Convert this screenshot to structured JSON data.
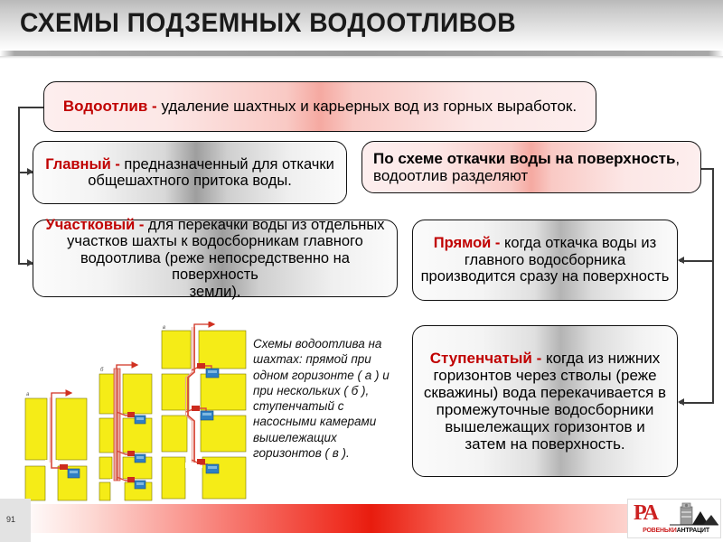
{
  "header": {
    "title": "СХЕМЫ ПОДЗЕМНЫХ ВОДООТЛИВОВ"
  },
  "boxes": {
    "vodootliv": {
      "term": "Водоотлив",
      "dash": "-",
      "text": "удаление шахтных и карьерных вод из горных выработок."
    },
    "glavnyi": {
      "term": "Главный",
      "dash": "-",
      "text": "предназначенный для откачки общешахтного притока воды."
    },
    "po_skheme": {
      "bold": "По схеме откачки воды на поверхность",
      "rest": ", водоотлив разделяют"
    },
    "uchastkovyi": {
      "term": "Участковый",
      "dash": "-",
      "text": "для перекачки воды из отдельных участков шахты к водосборникам главного водоотлива (реже непосредственно на поверхность",
      "overflow": "земли)."
    },
    "pryamoi": {
      "term": "Прямой",
      "dash": "-",
      "text": "когда откачка воды из главного водосборника производится сразу на поверхность"
    },
    "stupenchatyi": {
      "term": "Ступенчатый",
      "dash": "-",
      "text": "когда из нижних горизонтов через стволы (реже скважины) вода перекачивается в промежуточные водосборники вышележащих горизонтов и",
      "overflow": "затем на поверхность."
    }
  },
  "caption": {
    "text": "Схемы водоотлива на шахтах: прямой при одном горизонте ( а ) и при нескольких ( б ), ступенчатый с насосными камерами вышележащих горизонтов ( в )."
  },
  "figure": {
    "labels": [
      "а",
      "б",
      "в"
    ],
    "colors": {
      "rock": "#f5ec17",
      "pipe": "#d94a3a",
      "pump": "#2e7fc4",
      "outline": "#6b6b00"
    },
    "panels": [
      {
        "label": "а",
        "levels": 1,
        "pumps": 1
      },
      {
        "label": "б",
        "levels": 3,
        "pumps": 3
      },
      {
        "label": "в",
        "levels": 3,
        "pumps": 3
      }
    ]
  },
  "footer": {
    "page_number": "91",
    "logo_mark": "РА",
    "logo_name_red": "РОВЕНЬКИ",
    "logo_name_black": "АНТРАЦИТ"
  },
  "colors": {
    "accent_red": "#c00000",
    "footer_red": "#e81c0e",
    "rock_yellow": "#f5ec17",
    "pump_blue": "#2e7fc4"
  }
}
